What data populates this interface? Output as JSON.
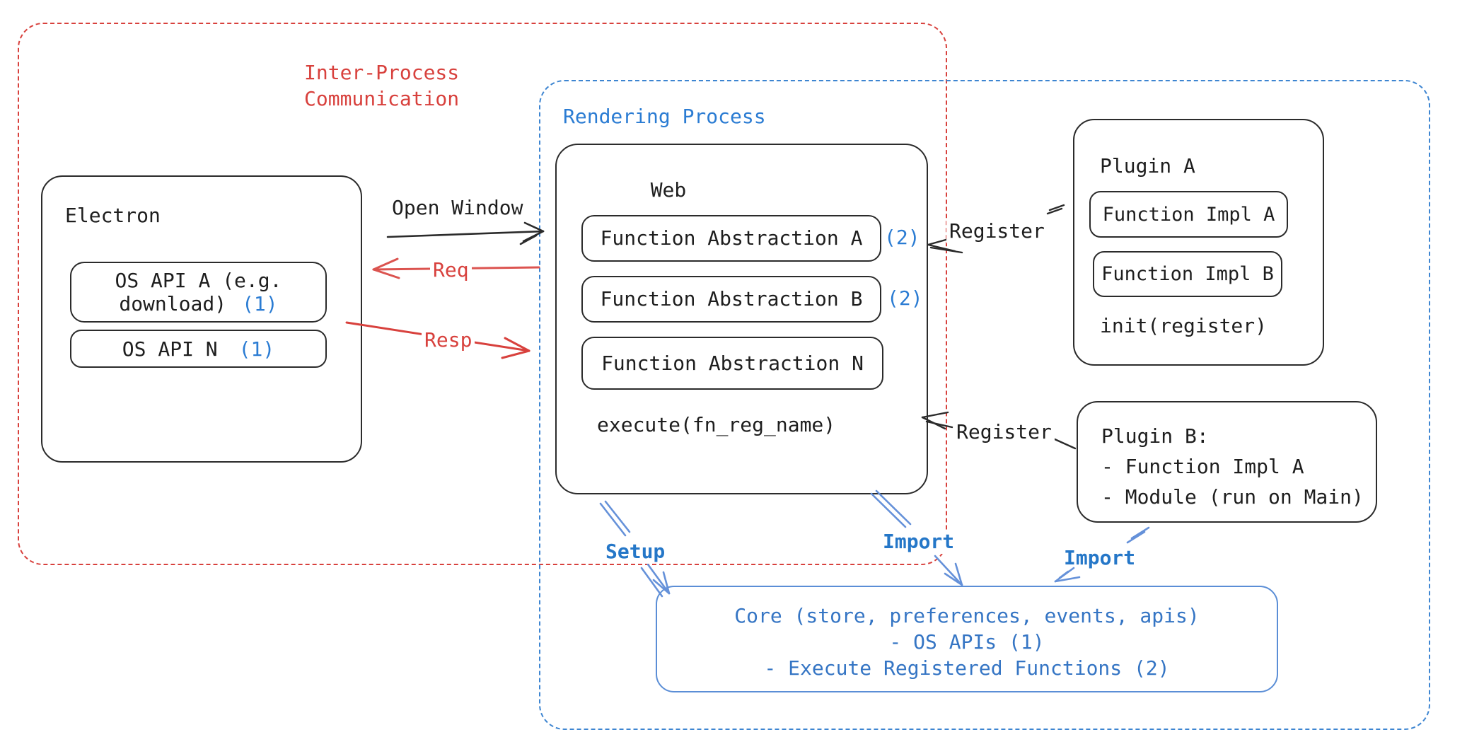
{
  "groups": {
    "ipc": {
      "title_line1": "Inter-Process",
      "title_line2": "Communication"
    },
    "rendering": {
      "title": "Rendering Process"
    }
  },
  "electron": {
    "title": "Electron",
    "api_a_line1": "OS API A (e.g.",
    "api_a_line2": "download)",
    "api_a_badge": "(1)",
    "api_n_label": "OS API N",
    "api_n_badge": "(1)"
  },
  "web": {
    "title": "Web",
    "fa_a": "Function Abstraction A",
    "fa_a_badge": "(2)",
    "fa_b": "Function Abstraction B",
    "fa_b_badge": "(2)",
    "fa_n": "Function Abstraction N",
    "execute": "execute(fn_reg_name)"
  },
  "plugin_a": {
    "title": "Plugin A",
    "impl_a": "Function Impl A",
    "impl_b": "Function Impl B",
    "init": "init(register)"
  },
  "plugin_b": {
    "title": "Plugin B:",
    "item1": "- Function Impl A",
    "item2": "- Module (run on Main)"
  },
  "core": {
    "line1": "Core (store, preferences, events, apis)",
    "line2": "- OS APIs (1)",
    "line3": "- Execute Registered Functions (2)"
  },
  "labels": {
    "open_window": "Open Window",
    "req": "Req",
    "resp": "Resp",
    "register_a": "Register",
    "register_b": "Register",
    "setup": "Setup",
    "import_web": "Import",
    "import_plugin": "Import"
  },
  "colors": {
    "red": "#d8413d",
    "blue_label": "#2b7cd3",
    "blue_dash": "#3d85d1",
    "light_blue_stroke": "#6591d9",
    "black": "#1e1e1e"
  }
}
